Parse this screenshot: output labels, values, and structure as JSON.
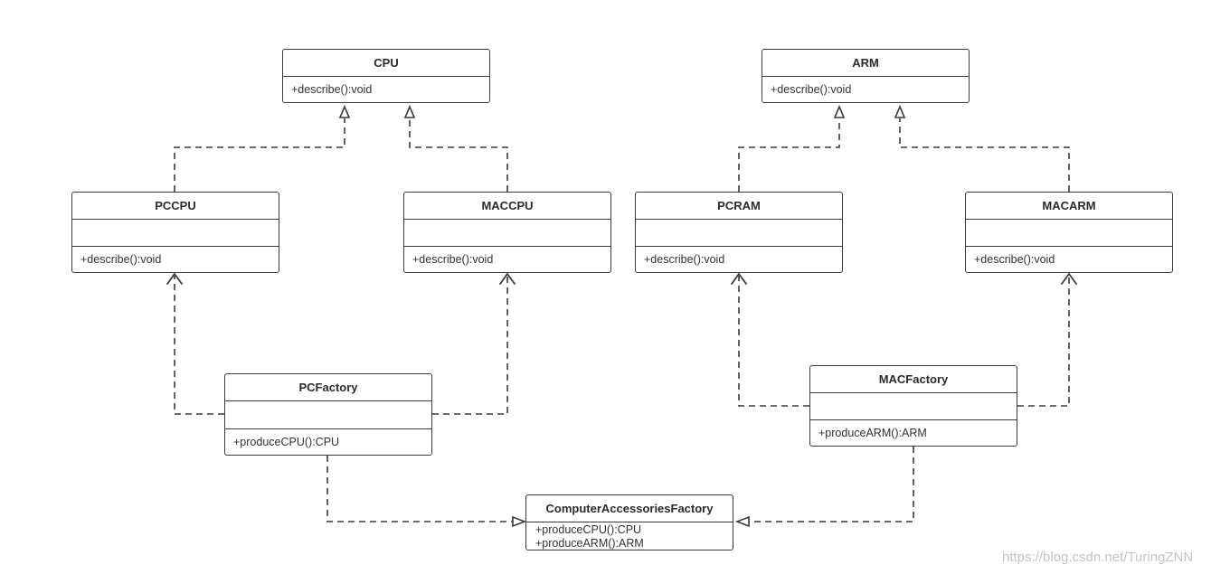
{
  "classes": {
    "cpu": {
      "name": "CPU",
      "operations": [
        "+describe():void"
      ]
    },
    "arm": {
      "name": "ARM",
      "operations": [
        "+describe():void"
      ]
    },
    "pccpu": {
      "name": "PCCPU",
      "operations": [
        "+describe():void"
      ]
    },
    "maccpu": {
      "name": "MACCPU",
      "operations": [
        "+describe():void"
      ]
    },
    "pcram": {
      "name": "PCRAM",
      "operations": [
        "+describe():void"
      ]
    },
    "macarm": {
      "name": "MACARM",
      "operations": [
        "+describe():void"
      ]
    },
    "pcfactory": {
      "name": "PCFactory",
      "operations": [
        "+produceCPU():CPU"
      ]
    },
    "macfactory": {
      "name": "MACFactory",
      "operations": [
        "+produceARM():ARM"
      ]
    },
    "computer_accessories_factory": {
      "name": "ComputerAccessoriesFactory",
      "operations": [
        "+produceCPU():CPU",
        "+produceARM():ARM"
      ]
    }
  },
  "relationships": [
    {
      "from": "PCCPU",
      "to": "CPU",
      "kind": "realization"
    },
    {
      "from": "MACCPU",
      "to": "CPU",
      "kind": "realization"
    },
    {
      "from": "PCRAM",
      "to": "ARM",
      "kind": "realization"
    },
    {
      "from": "MACARM",
      "to": "ARM",
      "kind": "realization"
    },
    {
      "from": "PCFactory",
      "to": "PCCPU",
      "kind": "dependency"
    },
    {
      "from": "PCFactory",
      "to": "MACCPU",
      "kind": "dependency"
    },
    {
      "from": "MACFactory",
      "to": "PCRAM",
      "kind": "dependency"
    },
    {
      "from": "MACFactory",
      "to": "MACARM",
      "kind": "dependency"
    },
    {
      "from": "PCFactory",
      "to": "ComputerAccessoriesFactory",
      "kind": "realization"
    },
    {
      "from": "MACFactory",
      "to": "ComputerAccessoriesFactory",
      "kind": "realization"
    }
  ],
  "watermark": "https://blog.csdn.net/TuringZNN",
  "colors": {
    "line": "#3a3a3a",
    "text": "#333333",
    "watermark": "#c4c4c4"
  }
}
